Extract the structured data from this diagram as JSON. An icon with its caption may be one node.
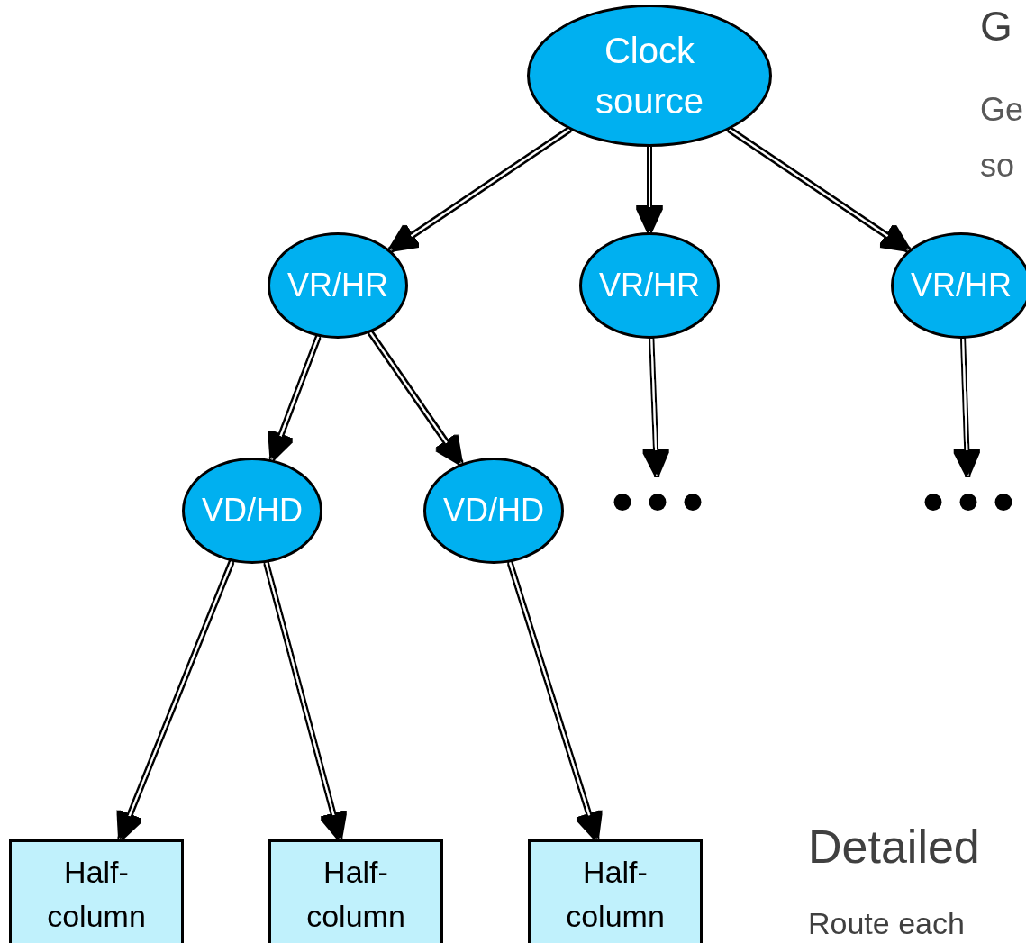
{
  "diagram": {
    "nodes": [
      {
        "text": [
          "Clock source"
        ]
      },
      {
        "text": [
          "VR/HR"
        ]
      },
      {
        "text": [
          "VR/HR"
        ]
      },
      {
        "text": [
          "VR/HR"
        ]
      },
      {
        "text": [
          "VD/HD"
        ]
      },
      {
        "text": [
          "VD/HD"
        ]
      },
      {
        "text": [],
        "shape": "dots"
      },
      {
        "text": [],
        "shape": "dots"
      },
      {
        "text": [
          "Half-column"
        ]
      },
      {
        "text": [
          "Half-column"
        ]
      },
      {
        "text": [
          "Half-column"
        ]
      }
    ],
    "edges": [
      {
        "from": 0,
        "to": 1,
        "arrow": "to"
      },
      {
        "from": 0,
        "to": 2,
        "arrow": "to"
      },
      {
        "from": 0,
        "to": 3,
        "arrow": "to"
      },
      {
        "from": 1,
        "to": 4,
        "arrow": "to"
      },
      {
        "from": 1,
        "to": 5,
        "arrow": "to"
      },
      {
        "from": 2,
        "to": 6,
        "arrow": "to"
      },
      {
        "from": 3,
        "to": 7,
        "arrow": "to"
      },
      {
        "from": 4,
        "to": 8,
        "arrow": "to"
      },
      {
        "from": 4,
        "to": 9,
        "arrow": "to"
      },
      {
        "from": 5,
        "to": 10,
        "arrow": "to"
      }
    ],
    "labels": [
      "G",
      "Ge",
      "so",
      "Detailed",
      "Route each"
    ]
  }
}
